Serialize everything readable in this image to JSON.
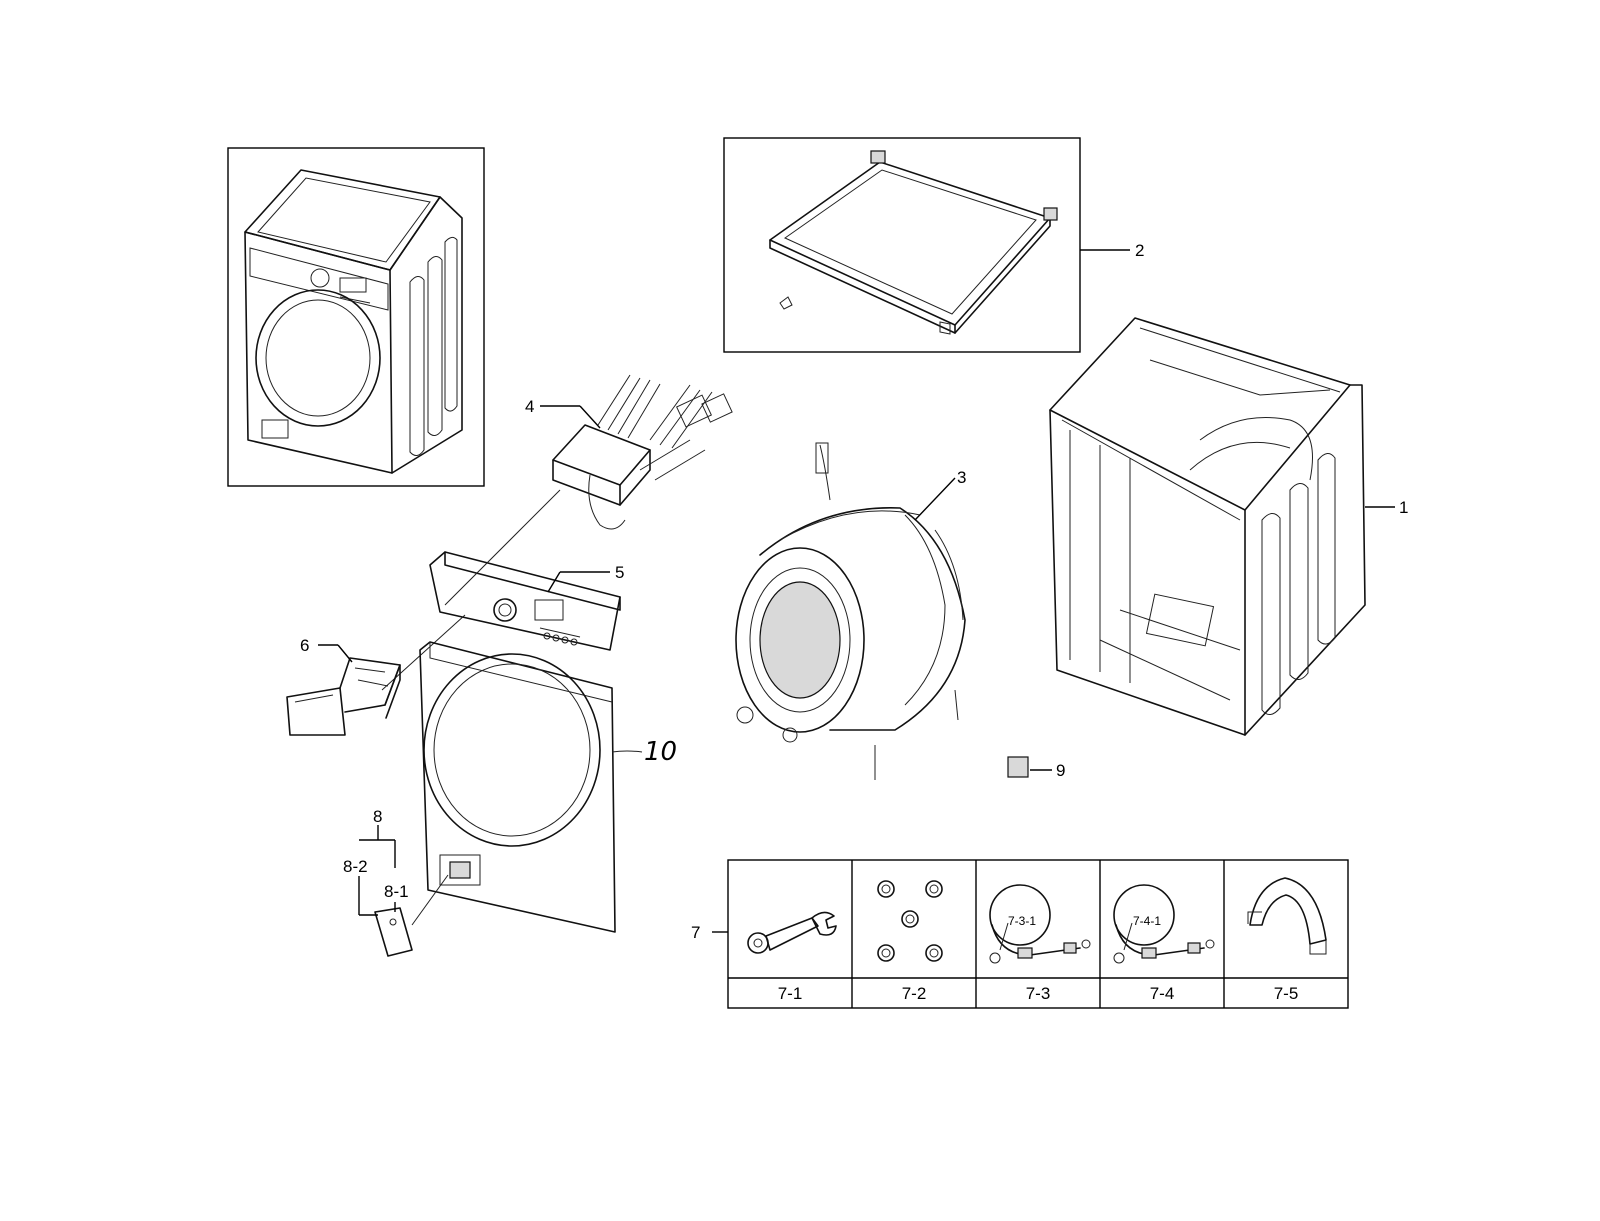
{
  "callouts": {
    "c1": "1",
    "c2": "2",
    "c3": "3",
    "c4": "4",
    "c5": "5",
    "c6": "6",
    "c7": "7",
    "c8": "8",
    "c8_1": "8-1",
    "c8_2": "8-2",
    "c9": "9",
    "c10": "10",
    "c7_3_1": "7-3-1",
    "c7_4_1": "7-4-1"
  },
  "accessory_table": {
    "cells": [
      "7-1",
      "7-2",
      "7-3",
      "7-4",
      "7-5"
    ]
  }
}
